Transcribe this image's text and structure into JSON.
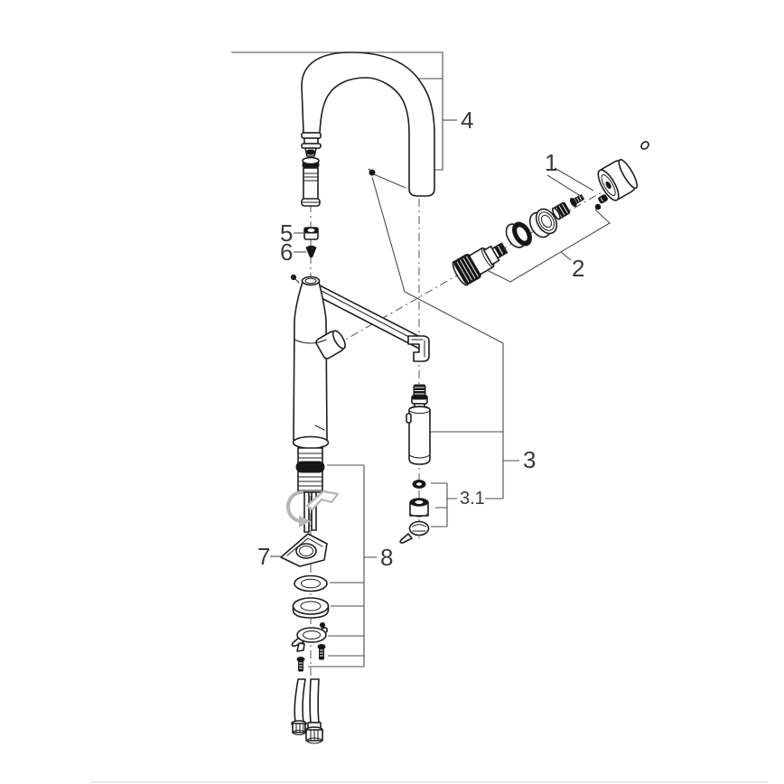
{
  "diagram": {
    "kind": "exploded-parts-diagram",
    "subject": "single-lever kitchen faucet with high arc spout and pull-out spray",
    "callouts": [
      {
        "id": "1"
      },
      {
        "id": "2"
      },
      {
        "id": "3"
      },
      {
        "id": "3.1"
      },
      {
        "id": "4"
      },
      {
        "id": "5"
      },
      {
        "id": "6"
      },
      {
        "id": "7"
      },
      {
        "id": "8"
      }
    ]
  },
  "labels": {
    "c1": "1",
    "c2": "2",
    "c3": "3",
    "c3_1": "3.1",
    "c4": "4",
    "c5": "5",
    "c6": "6",
    "c7": "7",
    "c8": "8"
  },
  "colors": {
    "line": "#1e1e1e",
    "leader": "#4b4b4b",
    "label_text": "#3b3b3b",
    "dark_fill": "#161616",
    "tool_gray": "#b5b5b5",
    "footer_rule": "#e8e8e8",
    "background": "#ffffff"
  }
}
